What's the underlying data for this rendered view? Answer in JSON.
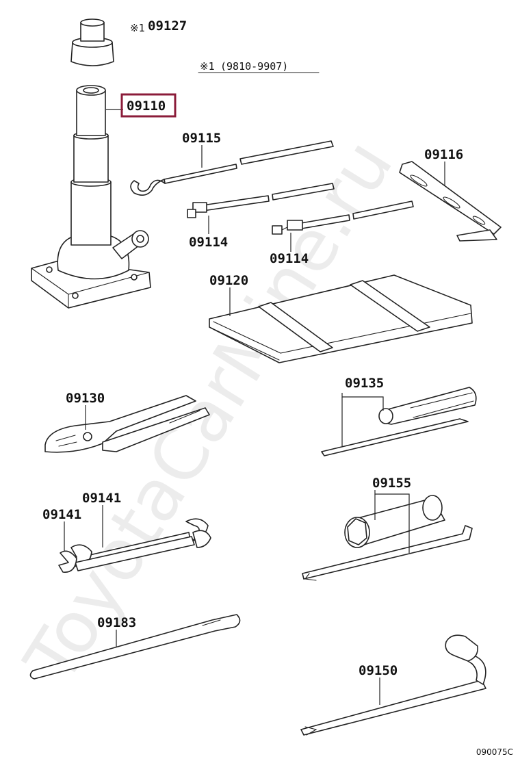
{
  "watermark": "ToyotaCarMine.ru",
  "note_symbol": "※1",
  "note_range": "(9810-9907)",
  "drawing_code": "090075C",
  "highlight_color": "#8b1c3a",
  "parts": [
    {
      "label": "09127",
      "icon": "jack-cap-icon"
    },
    {
      "label": "09110",
      "icon": "jack-icon",
      "highlighted": true
    },
    {
      "label": "09115",
      "icon": "jack-handle-hook-icon"
    },
    {
      "label": "09116",
      "icon": "jack-handle-crank-icon"
    },
    {
      "label": "09114",
      "icon": "jack-handle-extension-icon"
    },
    {
      "label": "09114",
      "icon": "jack-handle-extension-icon"
    },
    {
      "label": "09120",
      "icon": "tool-bag-icon"
    },
    {
      "label": "09130",
      "icon": "pliers-icon"
    },
    {
      "label": "09135",
      "icon": "screwdriver-icon"
    },
    {
      "label": "09141",
      "icon": "wrench-icon"
    },
    {
      "label": "09141",
      "icon": "wrench-icon"
    },
    {
      "label": "09155",
      "icon": "socket-wrench-icon"
    },
    {
      "label": "09183",
      "icon": "pry-bar-icon"
    },
    {
      "label": "09150",
      "icon": "lug-wrench-icon"
    }
  ]
}
